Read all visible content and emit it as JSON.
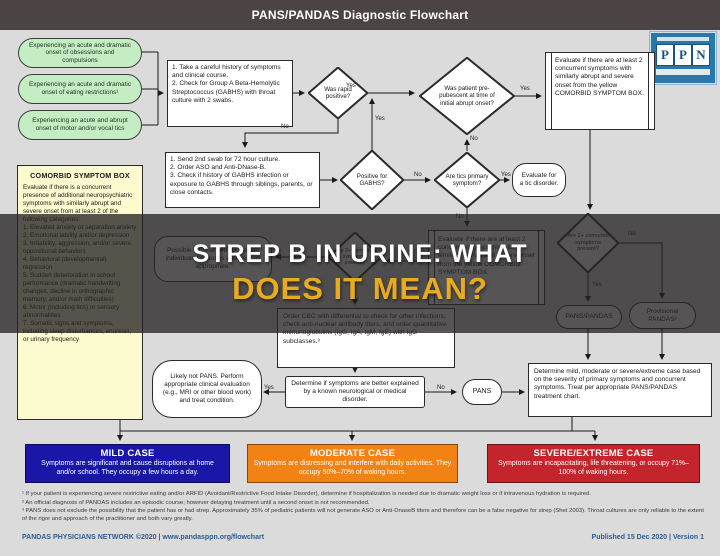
{
  "header": {
    "title": "PANS/PANDAS Diagnostic Flowchart"
  },
  "logo": {
    "letters": [
      "P",
      "P",
      "N"
    ]
  },
  "flow": {
    "ovals": [
      "Experiencing an acute and dramatic onset of obsessions and compulsions",
      "Experiencing an acute and dramatic onset of eating restrictions¹",
      "Experiencing an acute and abrupt onset of motor and/or vocal tics"
    ],
    "history_box": "1. Take a careful history of symptoms and clinical course.\n2. Check for Group A Beta-Hemolytic Streptococcus (GABHS) with throat culture with 2 swabs.",
    "rapid_diamond": "Was rapid positive?",
    "prepubescent_diamond": "Was patient pre-pubescent at time of initial abrupt onset?",
    "evaluate_top_box": "Evaluate if there are at least 2 concurrent symptoms with similarly abrupt and severe onset from the yellow COMORBID SYMPTOM BOX.",
    "swab_box": "1. Send 2nd swab for 72 hour culture.\n2. Order ASO and Anti-DNase-B.\n3. Check if history of GABHS infection or exposure to GABHS through siblings, parents, or close contacts.",
    "gabhs_diamond": "Positive for GABHS?",
    "tics_diamond": "Are tics primary symptom?",
    "tic_disorder_pill": "Evaluate for a tic disorder.",
    "comorbid_box": {
      "title": "COMORBID SYMPTOM BOX",
      "body": "Evaluate if there is a concurrent presence of additional neuropsychiatric symptoms with similarly abrupt and severe onset from at least 2 of the following categories:\n1. Elevated anxiety or separation anxiety\n2. Emotional lability and/or depression\n3. Irritability, aggression, and/or severe oppositional behaviors\n4. Behavioral (developmental) regression\n5. Sudden deterioration in school performance (dramatic handwriting changes, decline in orthographic memory, and/or math difficulties)\n6. Motor (including tics) or sensory abnormalities\n7. Somatic signs and symptoms, including sleep disturbances, enuresis, or urinary frequency"
    },
    "ocd_arfid_pill": "Possible OCD or ARFID. Assign individual diagnoses and treat as appropriate.",
    "are2_center_diamond": "Are 2+ comorbid symptoms present?",
    "evaluate_center_box": "Evaluate if there are at least 2 concurrent symptoms with similarly abrupt and severe onset from the yellow COMORBID SYMPTOM BOX.",
    "are2_right_diamond": "Are 2+ comorbid symptoms present?",
    "pans_pandas_pill": "PANS/PANDAS",
    "provisional_pandas_pill": "Provisional PANDAS²",
    "cbc_box": "Order CBC with differential to check for other infections, check anti-nuclear antibody titers, and order quantitative immunoglobulins (IgG, IgA, IgM, IgE) with IgG subclasses.³",
    "likely_not_pans_pill": "Likely not PANS. Perform appropriate clinical evaluation (e.g., MRI or other blood work) and treat condition.",
    "determine_box": "Determine if symptoms are better explained by a known neurological or medical disorder.",
    "pans_pill": "PANS",
    "determine_case_box": "Determine mild, moderate or severe/extreme case based on the severity of primary symptoms and concurrent symptoms. Treat per appropriate PANS/PANDAS treatment chart.",
    "labels": {
      "yes": "Yes",
      "no": "No"
    }
  },
  "cases": {
    "mild": {
      "title": "MILD CASE",
      "body": "Symptoms are significant and cause disruptions at home and/or school. They occupy a few hours a day.",
      "color": "#1a17a8"
    },
    "moderate": {
      "title": "MODERATE CASE",
      "body": "Symptoms are distressing and interfere with daily activities. They occupy 50%–70% of waking hours.",
      "color": "#f28214"
    },
    "severe": {
      "title": "SEVERE/EXTREME CASE",
      "body": "Symptoms are incapacitating, life threatening, or occupy 71%–100% of waking hours.",
      "color": "#c4242b"
    }
  },
  "overlay": {
    "line1": "STREP B IN URINE: WHAT",
    "line2": "DOES IT MEAN?",
    "line2_color": "#e8ab1e"
  },
  "footnotes": [
    "¹ If your patient is experiencing severe restrictive eating and/or ARFID (Avoidant/Restrictive Food Intake Disorder), determine if hospitalization is needed due to dramatic weight loss or if intravenous hydration is required.",
    "² An official diagnosis of PANDAS includes an episodic course; however delaying treatment until a second onset is not recommended.",
    "³ PANS does not exclude the possibility that the patient has or had strep. Approximately 35% of pediatric patients will not generate ASO or Anti-DnaseB titers and therefore can be a false negative for strep (Shet 2003). Throat cultures are only reliable to the extent of the rigor and approach of the practitioner and both vary greatly."
  ],
  "footer": {
    "left": "PANDAS PHYSICIANS NETWORK ©2020 | www.pandasppn.org/flowchart",
    "right": "Published 15 Dec 2020 | Version 1"
  },
  "colors": {
    "header_bar": "#4b4344",
    "background": "#dbdbdb",
    "oval_green": "#c4edc4",
    "comorbid_yellow": "#fbfbcf",
    "logo_blue": "#2878ac",
    "footer_blue": "#2a5d93",
    "overlay_band": "rgba(38,36,36,0.78)"
  }
}
